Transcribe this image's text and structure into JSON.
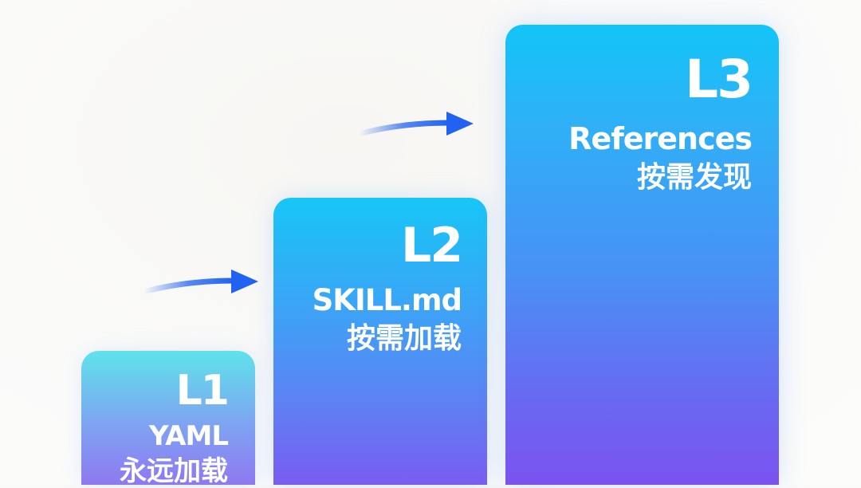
{
  "levels": [
    {
      "level": "L1",
      "name": "YAML",
      "desc": "永远加载"
    },
    {
      "level": "L2",
      "name": "SKILL.md",
      "desc": "按需加载"
    },
    {
      "level": "L3",
      "name": "References",
      "desc": "按需发现"
    }
  ],
  "colors": {
    "arrow": "#1f63f0",
    "text": "#ffffff"
  },
  "icons": {
    "connector": "arrow-right-icon"
  }
}
